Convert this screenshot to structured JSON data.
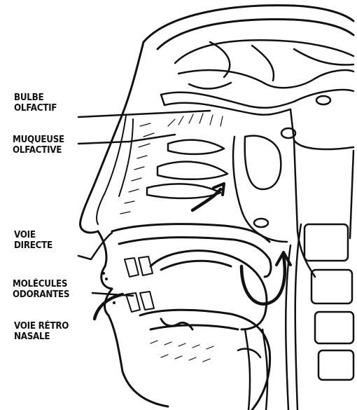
{
  "labels": {
    "bulbe_olfactif": [
      "BULBE",
      "OLFACTIF"
    ],
    "muqueuse_olfactive": [
      "MUQUEUSE",
      "OLFACTIVE"
    ],
    "voie_directe": [
      "VOIE",
      "DIRECTE"
    ],
    "molecules_odorantes": [
      "MOLÉCULES",
      "ODORANTES"
    ],
    "voie_retro_nasale": [
      "VOIE RÉTRO",
      "NASALE"
    ]
  },
  "colors": {
    "ink": "#111111",
    "paper": "#ffffff"
  }
}
